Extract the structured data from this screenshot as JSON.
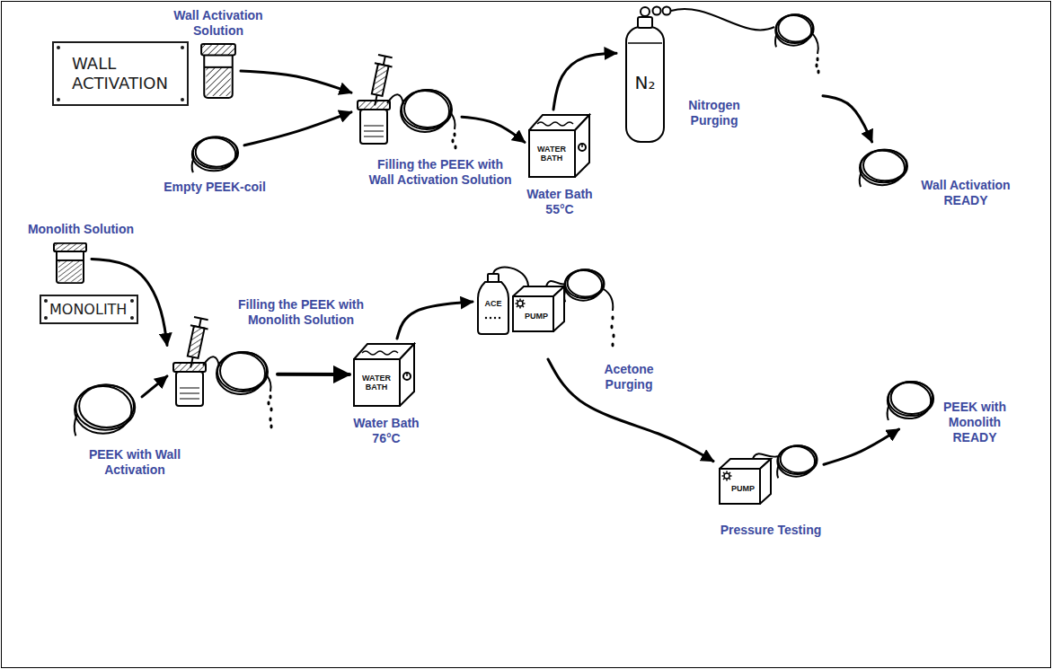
{
  "diagram": {
    "nodes": [
      {
        "text": [
          "WALL ACTIVATION"
        ]
      },
      {
        "text": [
          "Wall Activation Solution"
        ]
      },
      {
        "text": [
          "Empty PEEK-coil"
        ]
      },
      {
        "text": [
          "Filling the PEEK with Wall Activation Solution"
        ]
      },
      {
        "text": [
          "WATER BATH",
          "Water Bath 55°C"
        ]
      },
      {
        "text": [
          "N₂",
          "Nitrogen Purging"
        ]
      },
      {
        "text": [
          "Wall Activation READY"
        ]
      },
      {
        "text": [
          "MONOLITH"
        ]
      },
      {
        "text": [
          "Monolith Solution"
        ]
      },
      {
        "text": [
          "PEEK with Wall Activation"
        ]
      },
      {
        "text": [
          "Filling the PEEK with Monolith Solution"
        ]
      },
      {
        "text": [
          "WATER BATH",
          "Water Bath 76°C"
        ]
      },
      {
        "text": [
          "ACE",
          "PUMP",
          "Acetone Purging"
        ]
      },
      {
        "text": [
          "PUMP",
          "Pressure Testing"
        ]
      },
      {
        "text": [
          "PEEK with Monolith READY"
        ]
      }
    ],
    "edges": [
      {
        "from": 1,
        "to": 3,
        "arrow": "to"
      },
      {
        "from": 2,
        "to": 3,
        "arrow": "to"
      },
      {
        "from": 3,
        "to": 4,
        "arrow": "to"
      },
      {
        "from": 4,
        "to": 5,
        "arrow": "to"
      },
      {
        "from": 5,
        "to": 6,
        "arrow": "to"
      },
      {
        "from": 8,
        "to": 10,
        "arrow": "to"
      },
      {
        "from": 9,
        "to": 10,
        "arrow": "to"
      },
      {
        "from": 10,
        "to": 11,
        "arrow": "to"
      },
      {
        "from": 11,
        "to": 12,
        "arrow": "to"
      },
      {
        "from": 12,
        "to": 13,
        "arrow": "to"
      },
      {
        "from": 13,
        "to": 14,
        "arrow": "to"
      }
    ]
  }
}
